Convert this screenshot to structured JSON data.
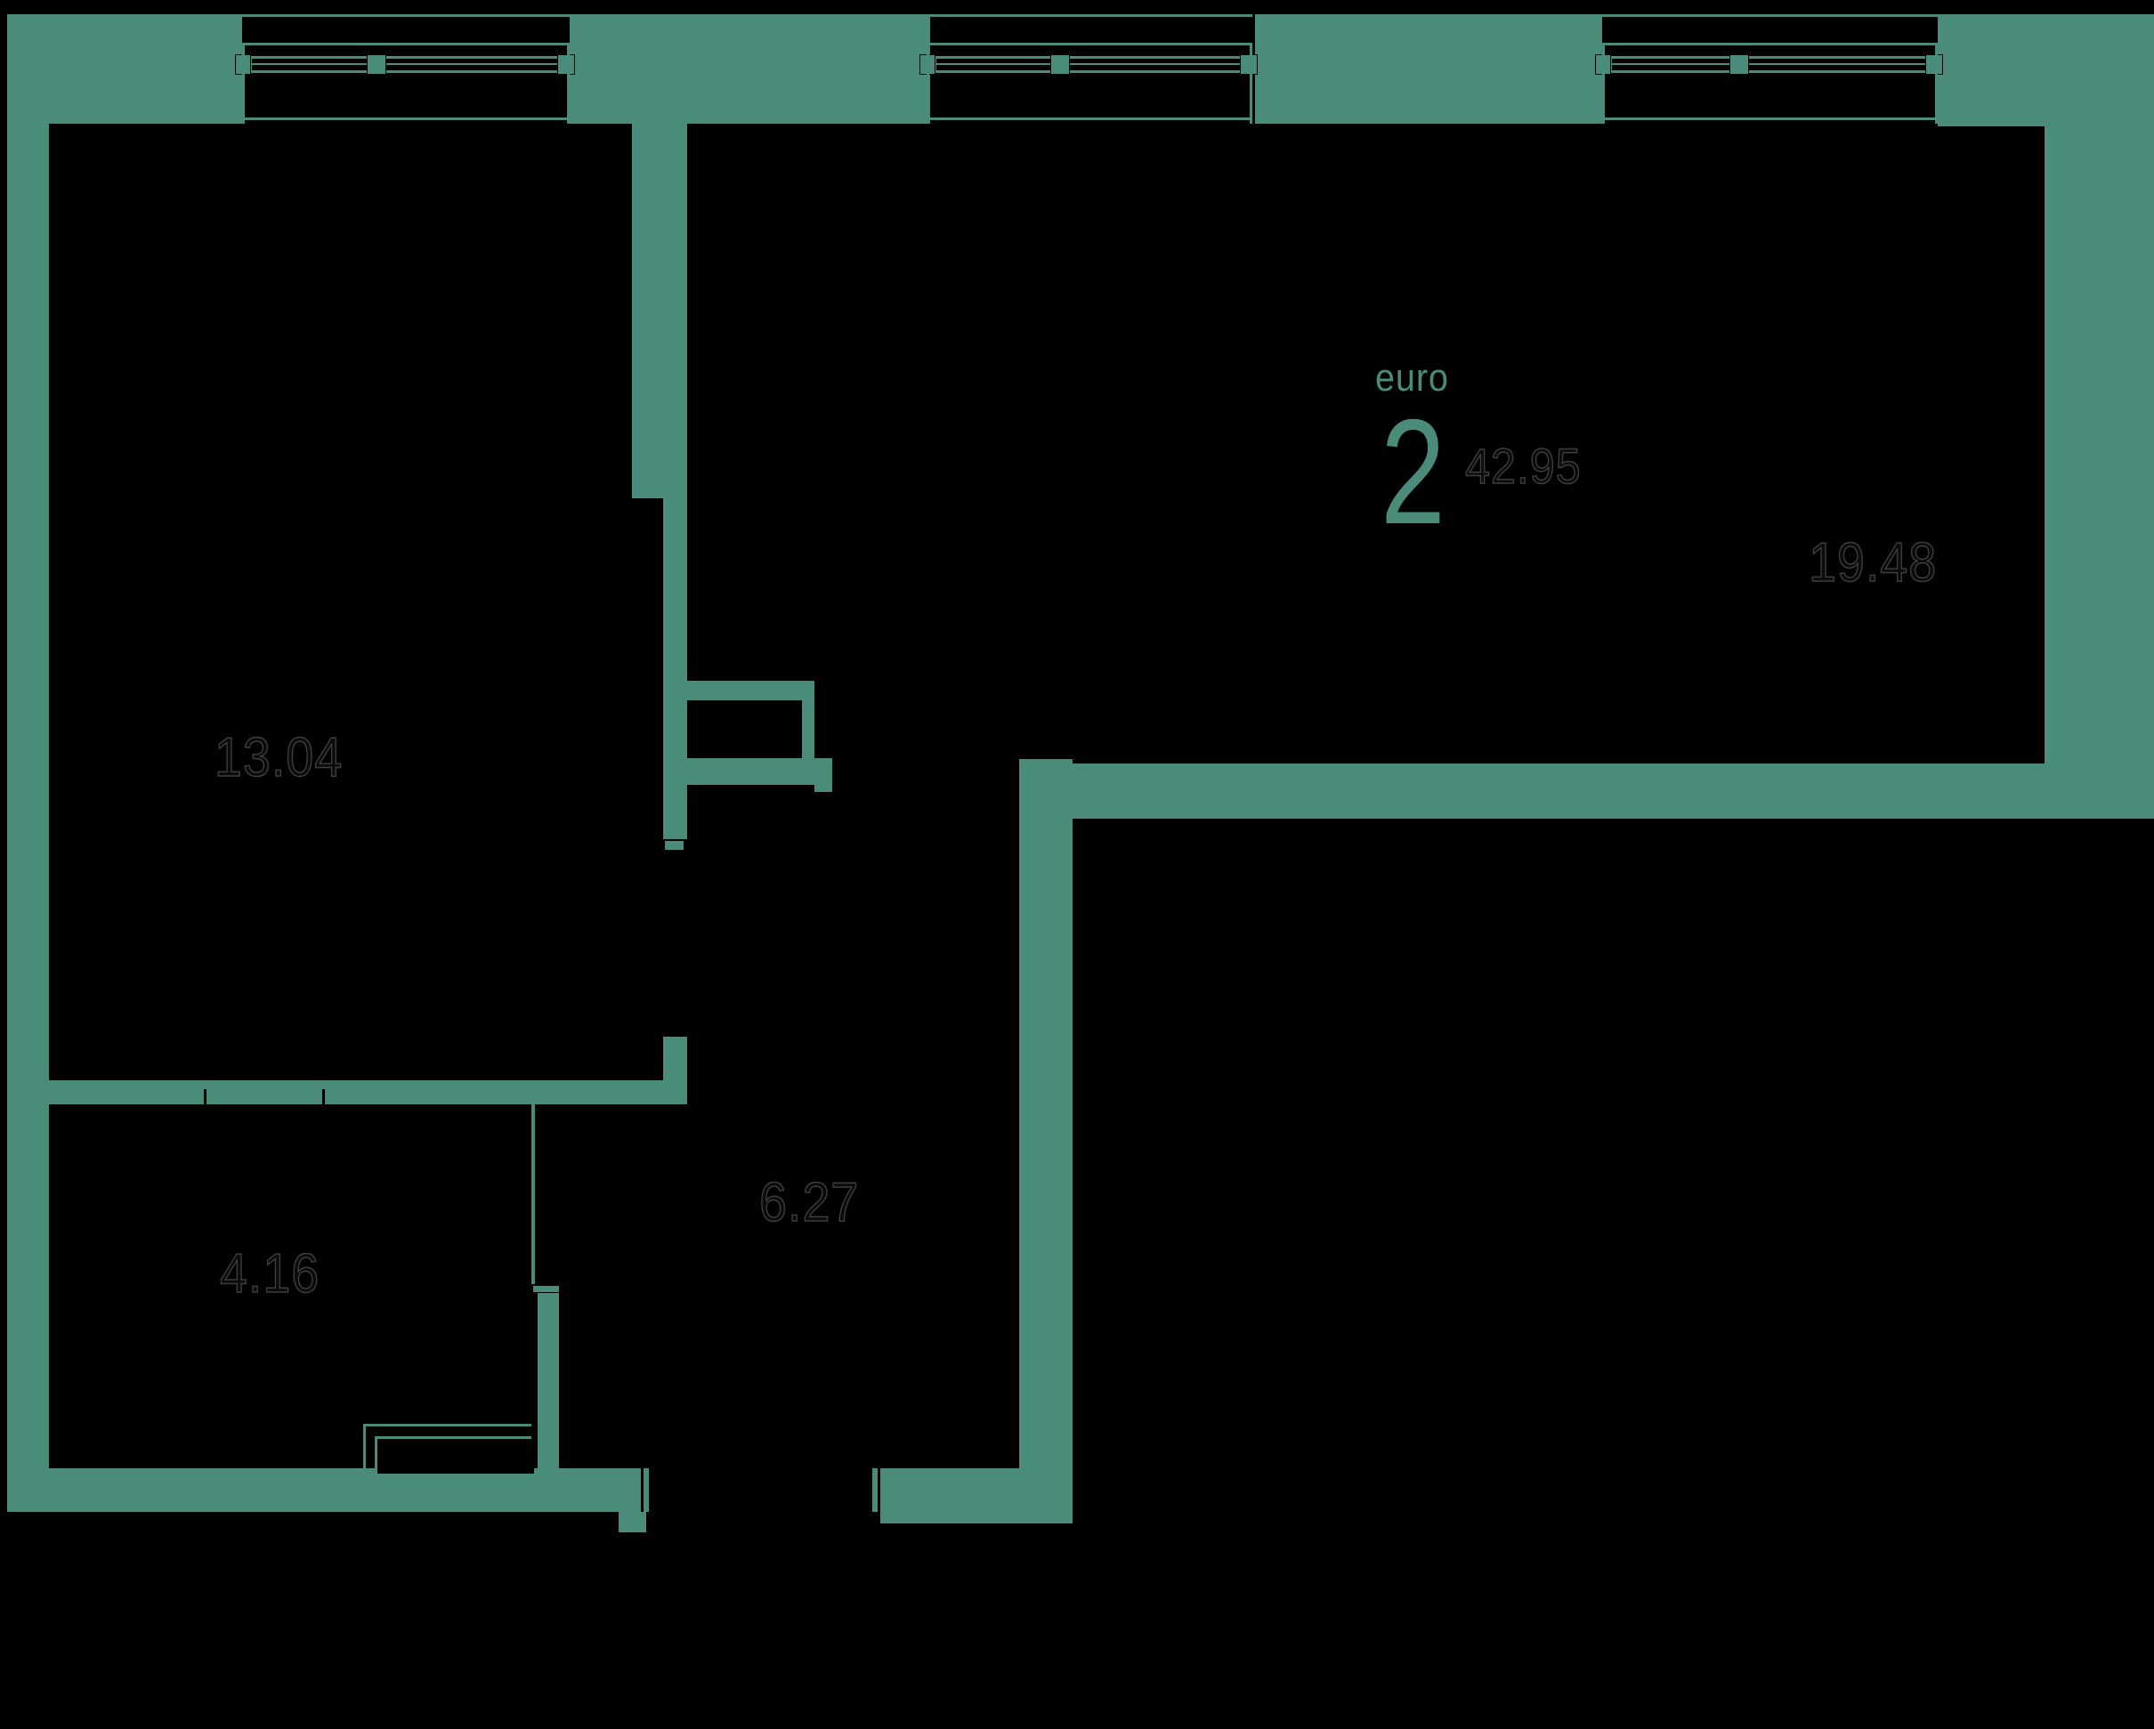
{
  "title": "euro 2 apartment floor plan",
  "colors": {
    "background": "#000000",
    "wall": "#4a8b79",
    "label_fill": "#0b0b0b",
    "label_stroke": "#3e3e3e"
  },
  "summary": {
    "type_label": "euro",
    "rooms_count": "2",
    "total_area": "42.95"
  },
  "rooms": {
    "living": {
      "area": "19.48"
    },
    "bedroom": {
      "area": "13.04"
    },
    "bathroom": {
      "area": "4.16"
    },
    "hallway": {
      "area": "6.27"
    }
  }
}
